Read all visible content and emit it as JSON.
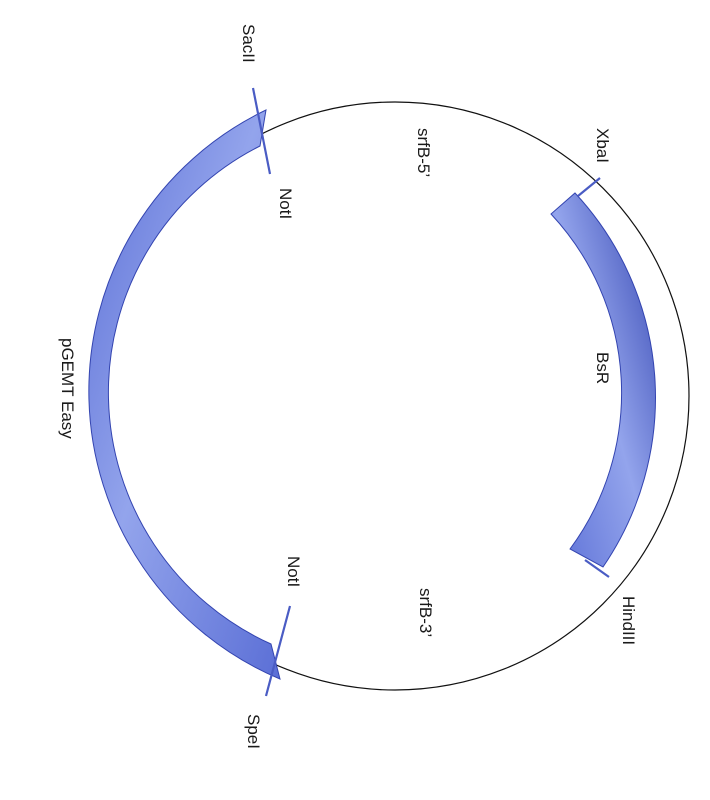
{
  "plasmid": {
    "colors": {
      "segment_fill": "#5b6fd6",
      "segment_light": "#93a4ec",
      "segment_edge": "#3344b0",
      "site_line": "#4a5cc4",
      "backbone": "#111111"
    },
    "segments": [
      {
        "name": "pGEMT Easy",
        "label": "pGEMT Easy"
      },
      {
        "name": "BsR",
        "label": "BsR"
      }
    ],
    "regions": [
      {
        "label": "srfB-5’"
      },
      {
        "label": "srfB-3’"
      }
    ],
    "restriction_sites": [
      {
        "label": "SacII"
      },
      {
        "label": "NotI"
      },
      {
        "label": "XbaI"
      },
      {
        "label": "HindIII"
      },
      {
        "label": "NotI"
      },
      {
        "label": "SpeI"
      }
    ]
  }
}
